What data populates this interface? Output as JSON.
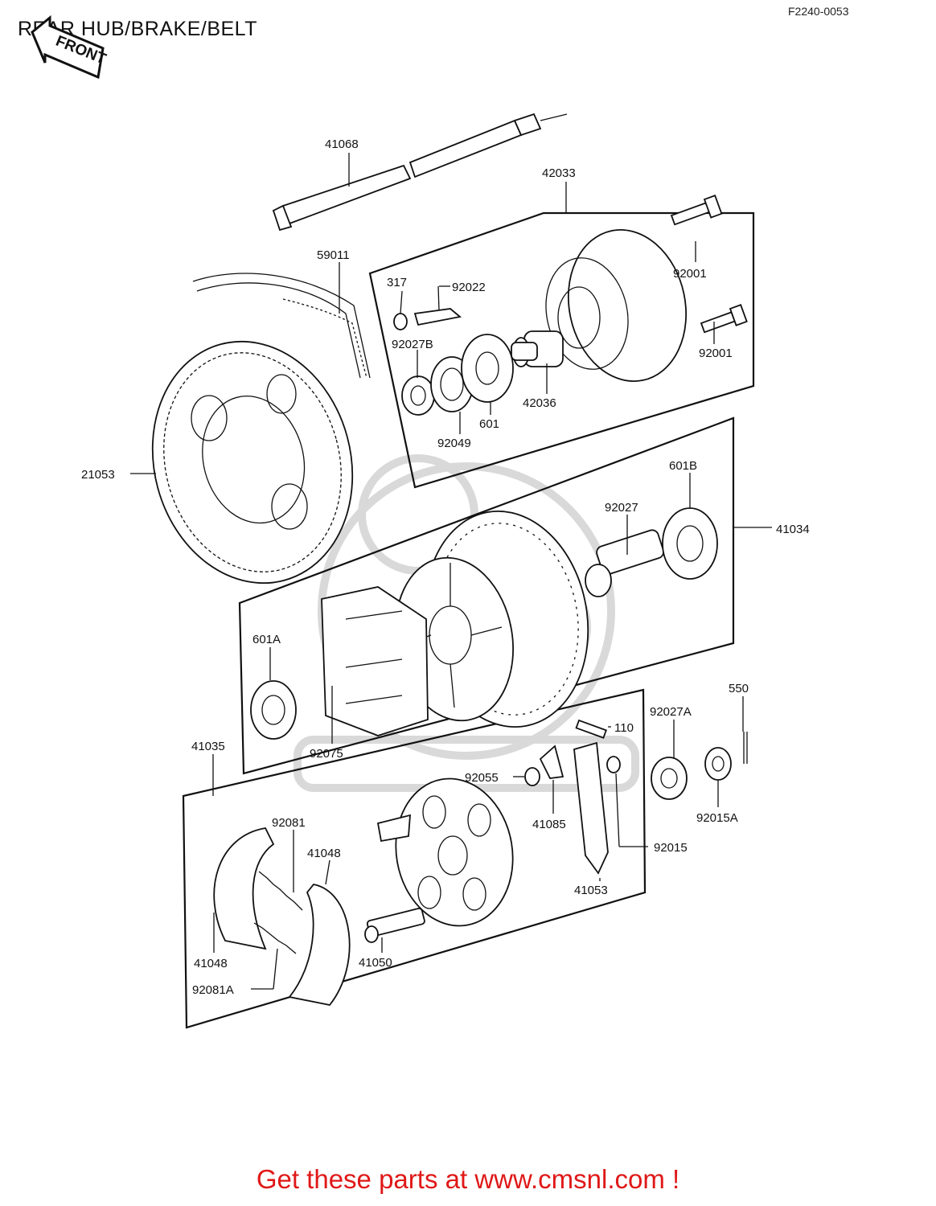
{
  "header": {
    "title": "REAR HUB/BRAKE/BELT",
    "code": "F2240-0053",
    "front_marker": "FRONT"
  },
  "callouts": {
    "c41068": "41068",
    "c42033": "42033",
    "c59011": "59011",
    "c317": "317",
    "c92022": "92022",
    "c92001a": "92001",
    "c92001b": "92001",
    "c92027B": "92027B",
    "c42036": "42036",
    "c601": "601",
    "c92049": "92049",
    "c21053": "21053",
    "c601B": "601B",
    "c92027": "92027",
    "c41034": "41034",
    "c601A": "601A",
    "c92075": "92075",
    "c550": "550",
    "c41035": "41035",
    "c110": "110",
    "c92027A": "92027A",
    "c92055": "92055",
    "c41085": "41085",
    "c92015A": "92015A",
    "c92081": "92081",
    "c41048a": "41048",
    "c92015": "92015",
    "c41053": "41053",
    "c41048b": "41048",
    "c41050": "41050",
    "c92081A": "92081A"
  },
  "footer": {
    "cta": "Get these parts at www.cmsnl.com !"
  },
  "colors": {
    "line": "#111111",
    "cta": "#e01818",
    "watermark": "#d9d9d9"
  }
}
